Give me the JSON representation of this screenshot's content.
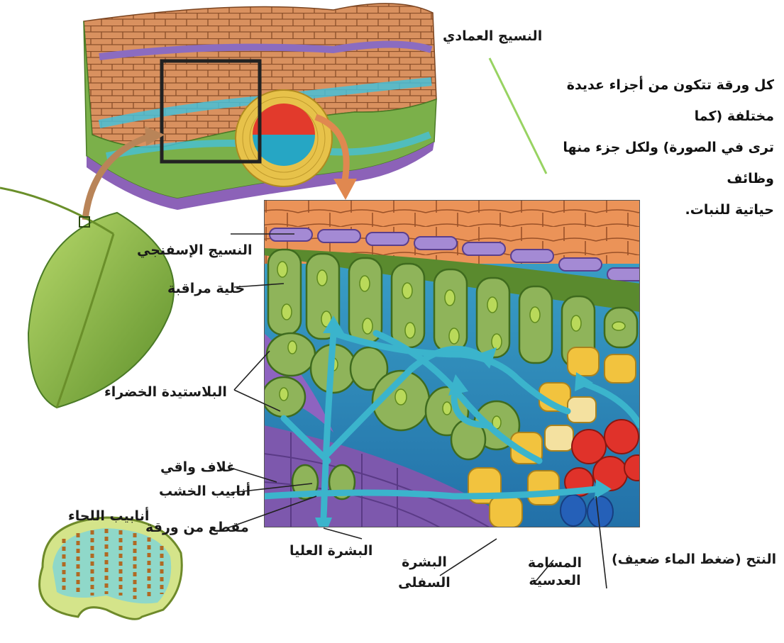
{
  "labels": {
    "palisade": "النسيج العمادي",
    "spongy": "النسيج الإسفنجي",
    "guard_cell": "خلية مراقبة",
    "chloroplast": "البلاستيدة الخضراء",
    "sheath": "غلاف واقي",
    "xylem": "أنابيب الخشب",
    "phloem": "أنابيب اللحاء",
    "leaf_section": "مقطع من ورقة",
    "upper_epidermis": "البشرة العليا",
    "lower_epidermis_1": "البشرة",
    "lower_epidermis_2": "السفلى",
    "lenticel_1": "المسامة",
    "lenticel_2": "العدسية",
    "transpiration": "النتح (ضغط الماء ضعيف)"
  },
  "note": {
    "line1": "كل ورقة تتكون من أجزاء عديدة مختلفة (كما",
    "line2": "ترى في الصورة) ولكل جزء منها وظائف",
    "line3": "حياتية للنبات."
  },
  "colors": {
    "epidermis": "#e7935a",
    "palisade_cells": "#8bae58",
    "water_flow": "#3bb4cc",
    "violet_layer": "#7e5ca3",
    "xylem_red": "#e0322a",
    "phloem_yellow": "#f2c33e"
  }
}
